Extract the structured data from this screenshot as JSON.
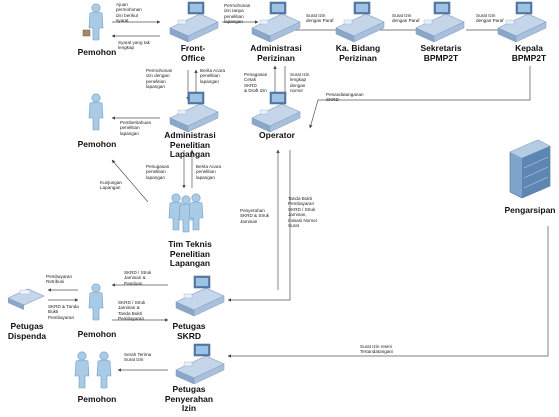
{
  "actors": {
    "pemohon_top": "Pemohon",
    "front_office": "Front-\nOffice",
    "administrasi_perizinan": "Administrasi\nPerizinan",
    "ka_bidang": "Ka. Bidang\nPerizinan",
    "sekretaris": "Sekretaris\nBPMP2T",
    "kepala": "Kepala\nBPMP2T",
    "pemohon_mid": "Pemohon",
    "administrasi_penelitian": "Administrasi\nPenelitian\nLapangan",
    "operator": "Operator",
    "pengarsipan": "Pengarsipan",
    "tim_teknis": "Tim Teknis\nPenelitian\nLapangan",
    "petugas_dispenda": "Petugas\nDispenda",
    "pemohon_bottom_left": "Pemohon",
    "petugas_skrd": "Petugas\nSKRD",
    "pemohon_bottom": "Pemohon",
    "petugas_penyerahan": "Petugas\nPenyerahan\nIzin"
  },
  "notes": {
    "n1": "Ajuan\npermohonan\nizin berikut\nsyarat",
    "n2": "Syarat yang tak\nlengkap",
    "n3": "Permohonan\nizin tanpa\npenelitian\nlapangan",
    "n4": "Surat Izin\ndengan Paraf",
    "n5": "Surat Izin\ndengan Paraf",
    "n6": "Surat Izin\ndengan Paraf",
    "n7": "Permohonan\nizin dengan\npenelitian\nlapangan",
    "n8": "Berita Acara\npenelitian\nlapangan",
    "n9": "Penagasan\nCetak\nSKRD\n& Draft Izin",
    "n10": "Surat Izin\nlengkap\ndengan\nnomor",
    "n11": "Penandatanganan\nSKRD",
    "n12": "Pemberitahuan\npenelitian\nlapangan",
    "n13": "Penugasan\npenelitian\nlapangan",
    "n14": "Berita Acara\npenelitian\nlapangan",
    "n15": "Kunjungan\nLapangan",
    "n16": "Tanda Bukti\nPembayaran\nSKRD / Struk\nJaminan,\nInisiasi Nomor\nSurat",
    "n17": "Penyerahan\nSKRD & Struk\nJaminan",
    "n18": "SKRD / Struk\nJaminan &\nPanduan",
    "n19": "Pembayaran\nRetribusi",
    "n20": "SKRD & Tanda\nBukti\nPembayaran",
    "n21": "SKRD / Struk\nJaminan &\nTanda Bukti\nPembayaran",
    "n22": "Surat Izin resmi\nTertandatangani",
    "n23": "Serah Terima\nSurat Izin"
  },
  "colors": {
    "person": "#a9cbe6",
    "person_dark": "#6f9cc4",
    "desk": "#9fb8d6",
    "monitor": "#5c7fa8",
    "line": "#555555"
  },
  "icons": [
    "person-icon",
    "workstation-icon",
    "cabinet-icon",
    "briefcase-icon",
    "handshake-icon"
  ]
}
